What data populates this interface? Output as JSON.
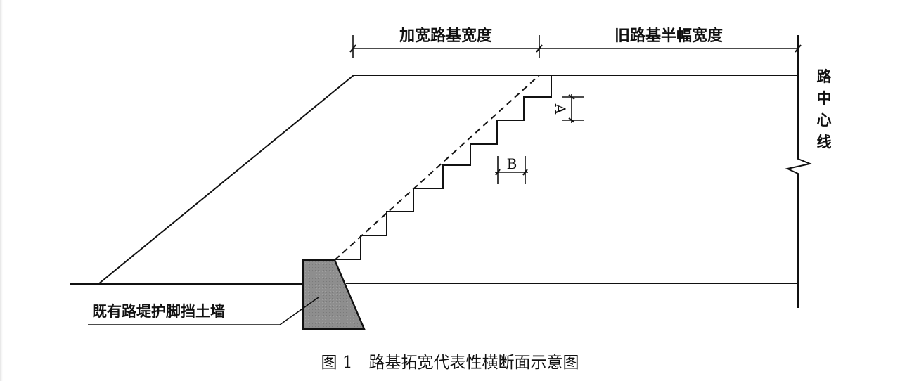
{
  "diagram": {
    "caption": "图 1　路基拓宽代表性横断面示意图",
    "labels": {
      "widened_width": "加宽路基宽度",
      "old_half_width": "旧路基半幅宽度",
      "centerline": [
        "路",
        "中",
        "心",
        "线"
      ],
      "retaining_wall": "既有路堤护脚挡土墙",
      "step_height": "A",
      "step_width": "B"
    },
    "steps": {
      "count": 8
    },
    "colors": {
      "line": "#111111",
      "wall_fill": "#8c8c8c",
      "background": "#ffffff"
    }
  }
}
